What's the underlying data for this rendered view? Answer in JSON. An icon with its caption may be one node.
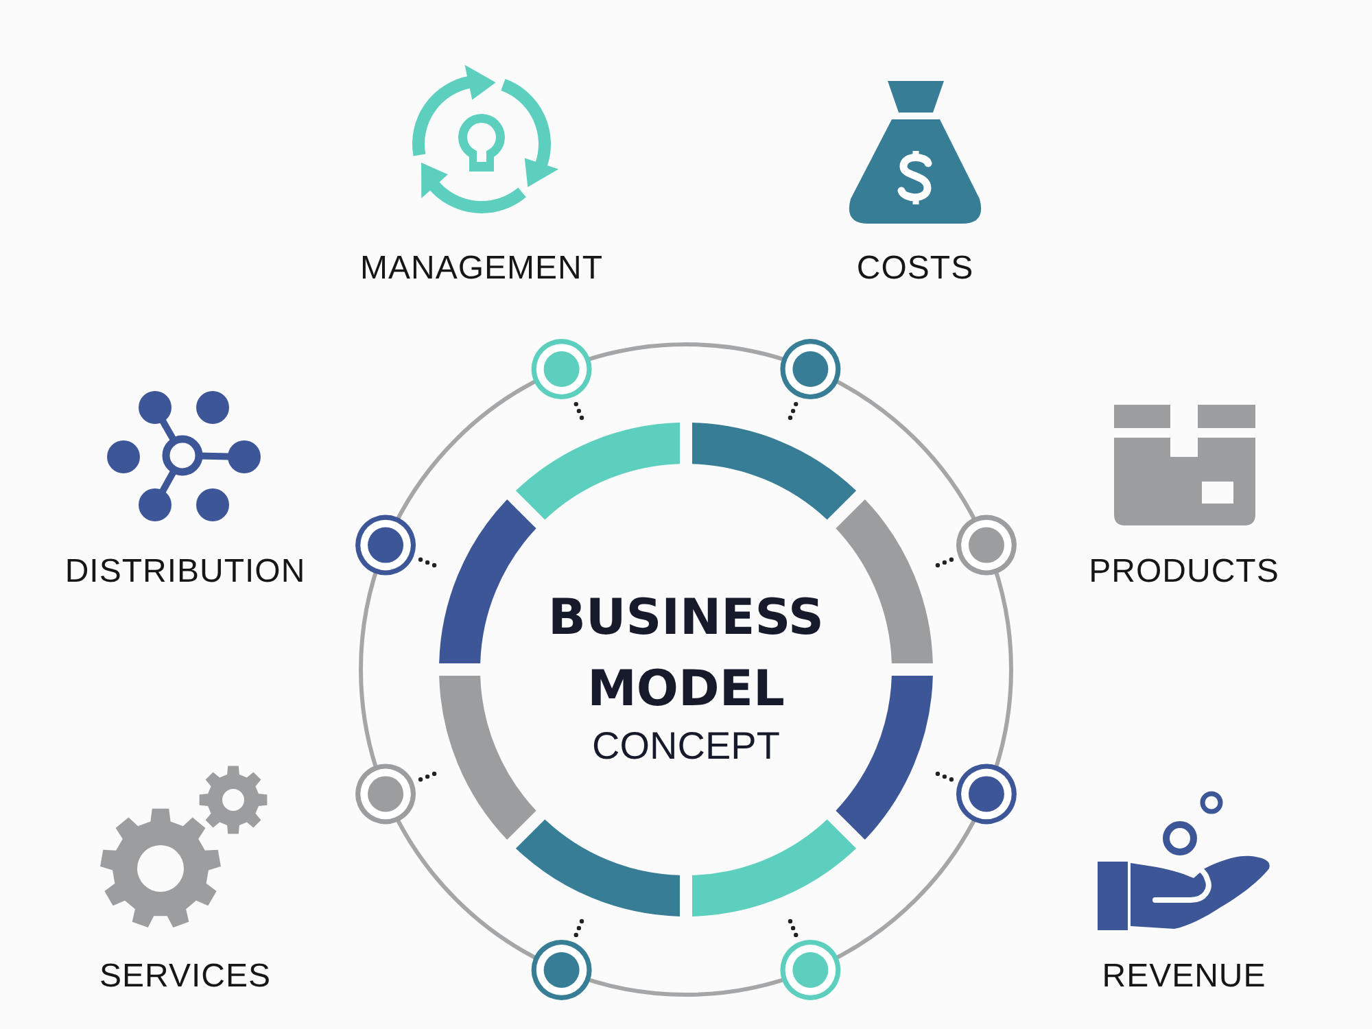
{
  "diagram": {
    "nodes": [
      {
        "text": [
          "BUSINESS MODEL",
          "CONCEPT"
        ]
      },
      {
        "text": [],
        "shape": "arc",
        "in": 0
      },
      {
        "text": [],
        "shape": "arc",
        "in": 0
      },
      {
        "text": [],
        "shape": "arc",
        "in": 0
      },
      {
        "text": [],
        "shape": "arc",
        "in": 0
      },
      {
        "text": [],
        "shape": "arc",
        "in": 0
      },
      {
        "text": [],
        "shape": "arc",
        "in": 0
      },
      {
        "text": [],
        "shape": "arc",
        "in": 0
      },
      {
        "text": [],
        "shape": "arc",
        "in": 0
      },
      {
        "text": [],
        "shape": "circle"
      },
      {
        "text": [],
        "shape": "circle"
      },
      {
        "text": [],
        "shape": "circle"
      },
      {
        "text": [],
        "shape": "circle"
      },
      {
        "text": [],
        "shape": "circle"
      },
      {
        "text": [],
        "shape": "circle"
      },
      {
        "text": [],
        "shape": "circle"
      },
      {
        "text": [],
        "shape": "circle"
      }
    ],
    "edges": [
      {
        "from": 9,
        "to": 1,
        "arrow": "none",
        "style": "dashed"
      },
      {
        "from": 10,
        "to": 2,
        "arrow": "none",
        "style": "dashed"
      },
      {
        "from": 11,
        "to": 3,
        "arrow": "none",
        "style": "dashed"
      },
      {
        "from": 12,
        "to": 4,
        "arrow": "none",
        "style": "dashed"
      },
      {
        "from": 13,
        "to": 5,
        "arrow": "none",
        "style": "dashed"
      },
      {
        "from": 14,
        "to": 6,
        "arrow": "none",
        "style": "dashed"
      },
      {
        "from": 15,
        "to": 7,
        "arrow": "none",
        "style": "dashed"
      },
      {
        "from": 16,
        "to": 8,
        "arrow": "none",
        "style": "dashed"
      }
    ],
    "labels": [
      "MANAGEMENT",
      "COSTS",
      "DISTRIBUTION",
      "PRODUCTS",
      "SERVICES",
      "REVENUE"
    ]
  }
}
